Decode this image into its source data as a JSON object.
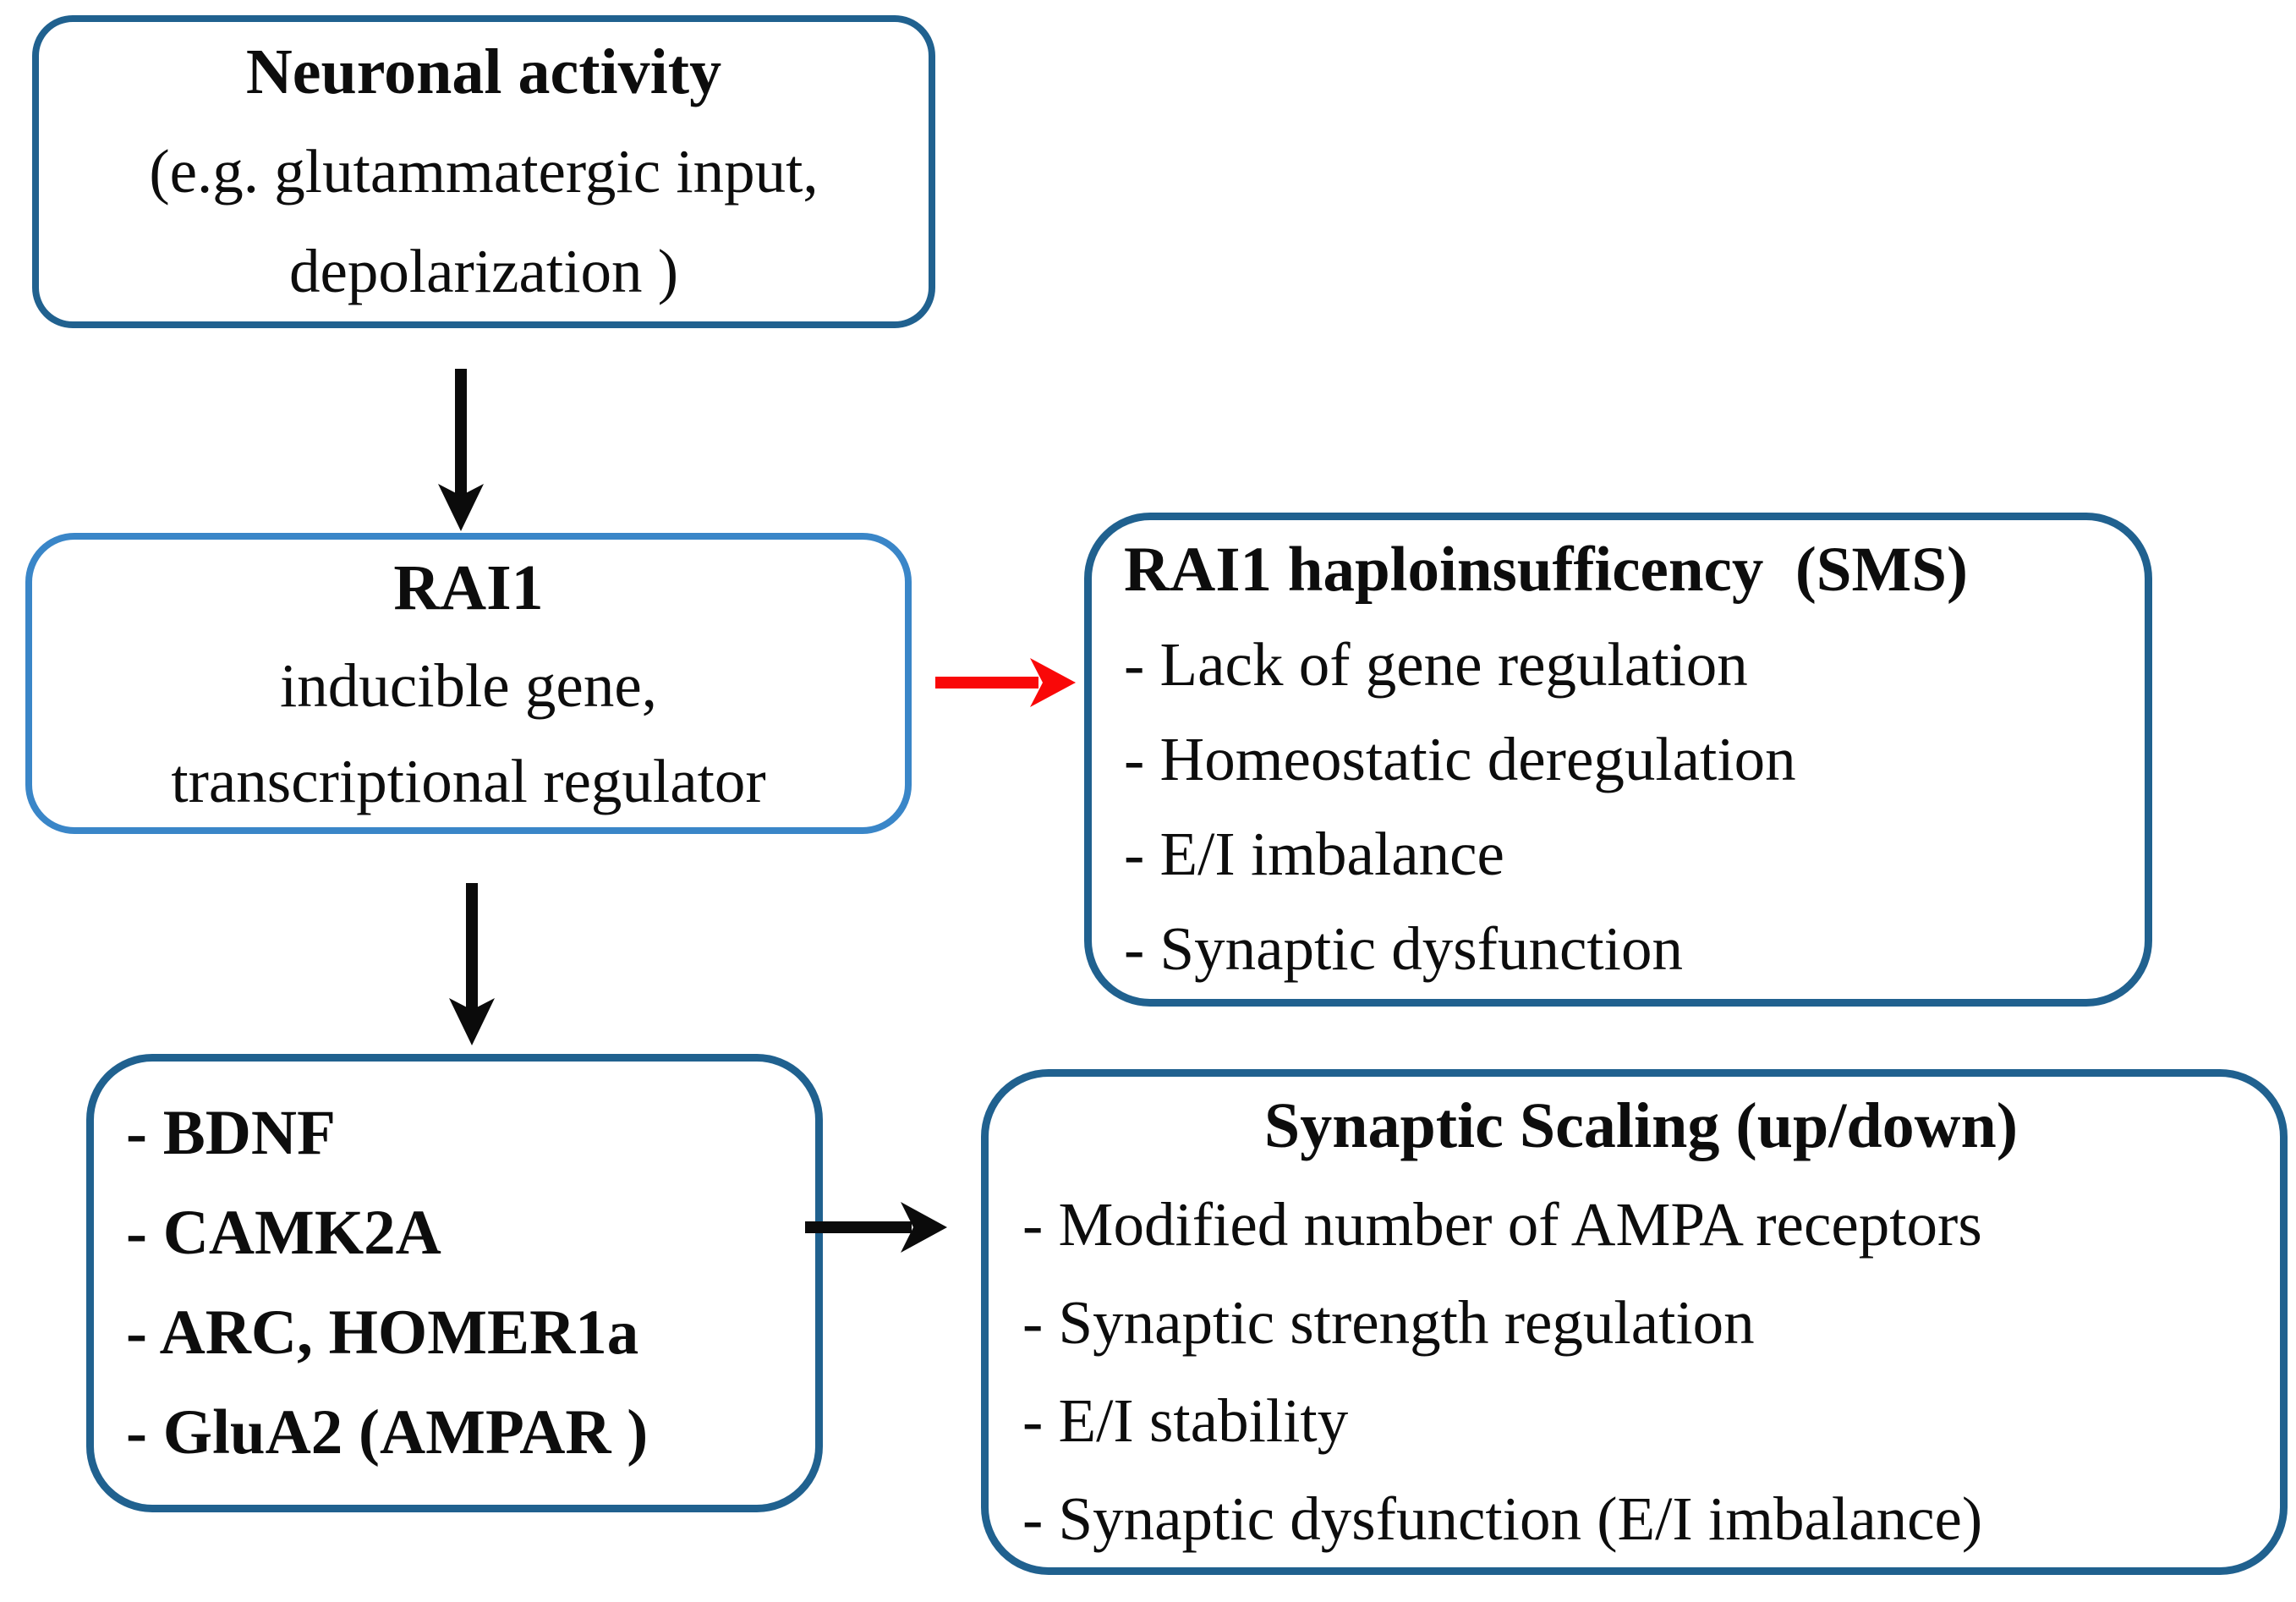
{
  "figure": {
    "type": "flowchart",
    "description": "RAI1 neuronal activity signaling flowchart"
  },
  "colors": {
    "border_dark": "#20618F",
    "border_light": "#3A86C8",
    "arrow_black": "#0B0B0B",
    "arrow_red": "#F90808",
    "text": "#0D0D0D",
    "background": "#FFFFFF"
  },
  "boxes": {
    "neuronal_activity": {
      "title": "Neuronal activity",
      "lines": [
        "(e.g. glutammatergic input,",
        "depolarization )"
      ]
    },
    "rai1": {
      "title": "RAI1",
      "lines": [
        "inducible gene,",
        "transcriptional regulator"
      ]
    },
    "haploinsufficiency": {
      "title": "RAI1 haploinsufficency  (SMS)",
      "bullets": [
        "- Lack of gene regulation",
        "- Homeostatic deregulation",
        "- E/I imbalance",
        "- Synaptic dysfunction"
      ]
    },
    "target_genes": {
      "bullets": [
        "- BDNF",
        "- CAMK2A",
        "- ARC, HOMER1a",
        "- GluA2 (AMPAR )"
      ]
    },
    "synaptic_scaling": {
      "title": "Synaptic Scaling (up/down)",
      "bullets": [
        "- Modified number of AMPA receptors",
        "- Synaptic strength regulation",
        "- E/I stability",
        "- Synaptic dysfunction (E/I imbalance)"
      ]
    }
  }
}
